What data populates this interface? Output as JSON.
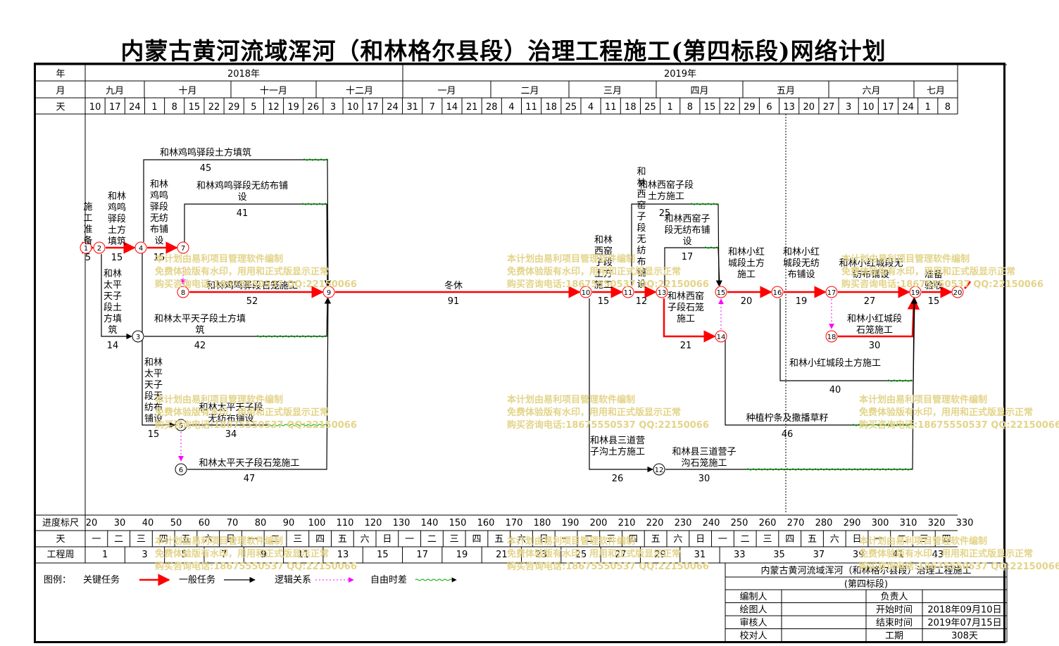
{
  "title": "内蒙古黄河流域浑河（和林格尔县段）治理工程施工(第四标段)网络计划",
  "header": {
    "row_labels": {
      "year": "年",
      "month": "月",
      "day": "天"
    },
    "years": [
      "2018年",
      "2019年"
    ],
    "months": [
      "九月",
      "十月",
      "十一月",
      "十二月",
      "一月",
      "二月",
      "三月",
      "四月",
      "五月",
      "六月",
      "七月"
    ],
    "days": [
      "10",
      "17",
      "24",
      "1",
      "8",
      "15",
      "22",
      "29",
      "5",
      "12",
      "19",
      "26",
      "3",
      "10",
      "17",
      "24",
      "31",
      "7",
      "14",
      "21",
      "28",
      "4",
      "11",
      "18",
      "25",
      "4",
      "11",
      "18",
      "25",
      "1",
      "8",
      "15",
      "22",
      "29",
      "6",
      "13",
      "20",
      "27",
      "3",
      "10",
      "17",
      "24",
      "1",
      "8"
    ]
  },
  "tasks": [
    {
      "name": "施工准备",
      "duration": "5"
    },
    {
      "name": "和林鸡鸣驿段土方填筑",
      "duration": "15"
    },
    {
      "name": "和林鸡鸣驿段土方填筑",
      "duration": "45"
    },
    {
      "name": "和林鸡鸣驿段无纺布铺设",
      "duration": "15"
    },
    {
      "name": "和林鸡鸣驿段无纺布铺设",
      "duration": "41"
    },
    {
      "name": "和林鸡鸣驿段石笼施工",
      "duration": "52"
    },
    {
      "name": "和林太平天子段土方填筑",
      "duration": "14"
    },
    {
      "name": "和林太平天子段土方填筑",
      "duration": "42"
    },
    {
      "name": "和林太平天子段无纺布铺设",
      "duration": "15"
    },
    {
      "name": "和林太平天子段无纺布铺设",
      "duration": "34"
    },
    {
      "name": "和林太平天子段石笼施工",
      "duration": "47"
    },
    {
      "name": "冬休",
      "duration": "91"
    },
    {
      "name": "和林西窑子段土方施工",
      "duration": "15"
    },
    {
      "name": "和林西窑子段土方施工",
      "duration": "25"
    },
    {
      "name": "和林西窑子段无纺布铺设",
      "duration": "12"
    },
    {
      "name": "和林西窑子段无纺布铺设",
      "duration": "17"
    },
    {
      "name": "和林西窑子段石笼施工",
      "duration": "21"
    },
    {
      "name": "和林小红城段土方施工",
      "duration": "20"
    },
    {
      "name": "和林小红城段无纺布铺设",
      "duration": "19"
    },
    {
      "name": "和林小红城段无纺布铺设",
      "duration": "27"
    },
    {
      "name": "和林小红城段石笼施工",
      "duration": "30"
    },
    {
      "name": "和林小红城段土方施工",
      "duration": "40"
    },
    {
      "name": "种植柠条及撒播草籽",
      "duration": "46"
    },
    {
      "name": "和林县三道营子沟土方施工",
      "duration": "26"
    },
    {
      "name": "和林县三道营子沟石笼施工",
      "duration": "30"
    },
    {
      "name": "准备验收",
      "duration": "15"
    }
  ],
  "nodes": [
    "1",
    "2",
    "3",
    "4",
    "5",
    "6",
    "7",
    "8",
    "9",
    "10",
    "11",
    "12",
    "13",
    "14",
    "15",
    "16",
    "17",
    "18",
    "19",
    "20"
  ],
  "scale": {
    "label": "进度标尺",
    "values": [
      "20",
      "30",
      "40",
      "50",
      "60",
      "70",
      "80",
      "90",
      "100",
      "110",
      "120",
      "130",
      "140",
      "150",
      "160",
      "170",
      "180",
      "190",
      "200",
      "210",
      "220",
      "230",
      "240",
      "250",
      "260",
      "270",
      "280",
      "290",
      "300",
      "310",
      "320",
      "330"
    ],
    "weekday_label": "天",
    "weekdays": [
      "一",
      "二",
      "三",
      "四",
      "五",
      "六",
      "日",
      "一",
      "二",
      "三",
      "四",
      "五",
      "六",
      "日",
      "一",
      "二",
      "三",
      "四",
      "五",
      "六",
      "日",
      "一",
      "二",
      "三",
      "四",
      "五",
      "六",
      "日",
      "一",
      "二",
      "三",
      "四",
      "五",
      "六",
      "日",
      "一",
      "二",
      "三",
      "四"
    ],
    "week_label": "工程周",
    "weeks": [
      "1",
      "3",
      "5",
      "7",
      "9",
      "11",
      "13",
      "15",
      "17",
      "19",
      "21",
      "23",
      "25",
      "27",
      "29",
      "31",
      "33",
      "35",
      "37",
      "39",
      "41",
      "43"
    ]
  },
  "legend": {
    "label": "图例：",
    "items": [
      {
        "text": "关键任务",
        "color": "#ff0000"
      },
      {
        "text": "一般任务",
        "color": "#000000"
      },
      {
        "text": "逻辑关系",
        "color": "#ff00ff"
      },
      {
        "text": "自由时差",
        "color": "#00aa00"
      }
    ]
  },
  "info": {
    "project": "内蒙古黄河流域浑河（和林格尔县段）治理工程施工",
    "section": "(第四标段)",
    "rows": [
      {
        "k1": "编制人",
        "v1": "",
        "k2": "负责人",
        "v2": ""
      },
      {
        "k1": "绘图人",
        "v1": "",
        "k2": "开始时间",
        "v2": "2018年09月10日"
      },
      {
        "k1": "审核人",
        "v1": "",
        "k2": "结束时间",
        "v2": "2019年07月15日"
      },
      {
        "k1": "校对人",
        "v1": "",
        "k2": "工期",
        "v2": "308天"
      }
    ]
  },
  "watermark": [
    "本计划由易利项目管理软件编制",
    "免费体验版有水印，用用和正式版显示正常",
    "购买咨询电话:18675550537 QQ:22150066"
  ],
  "colors": {
    "critical": "#ff0000",
    "normal": "#000000",
    "logic": "#ff00ff",
    "float": "#00aa00",
    "watermark": "#e3d48a"
  }
}
